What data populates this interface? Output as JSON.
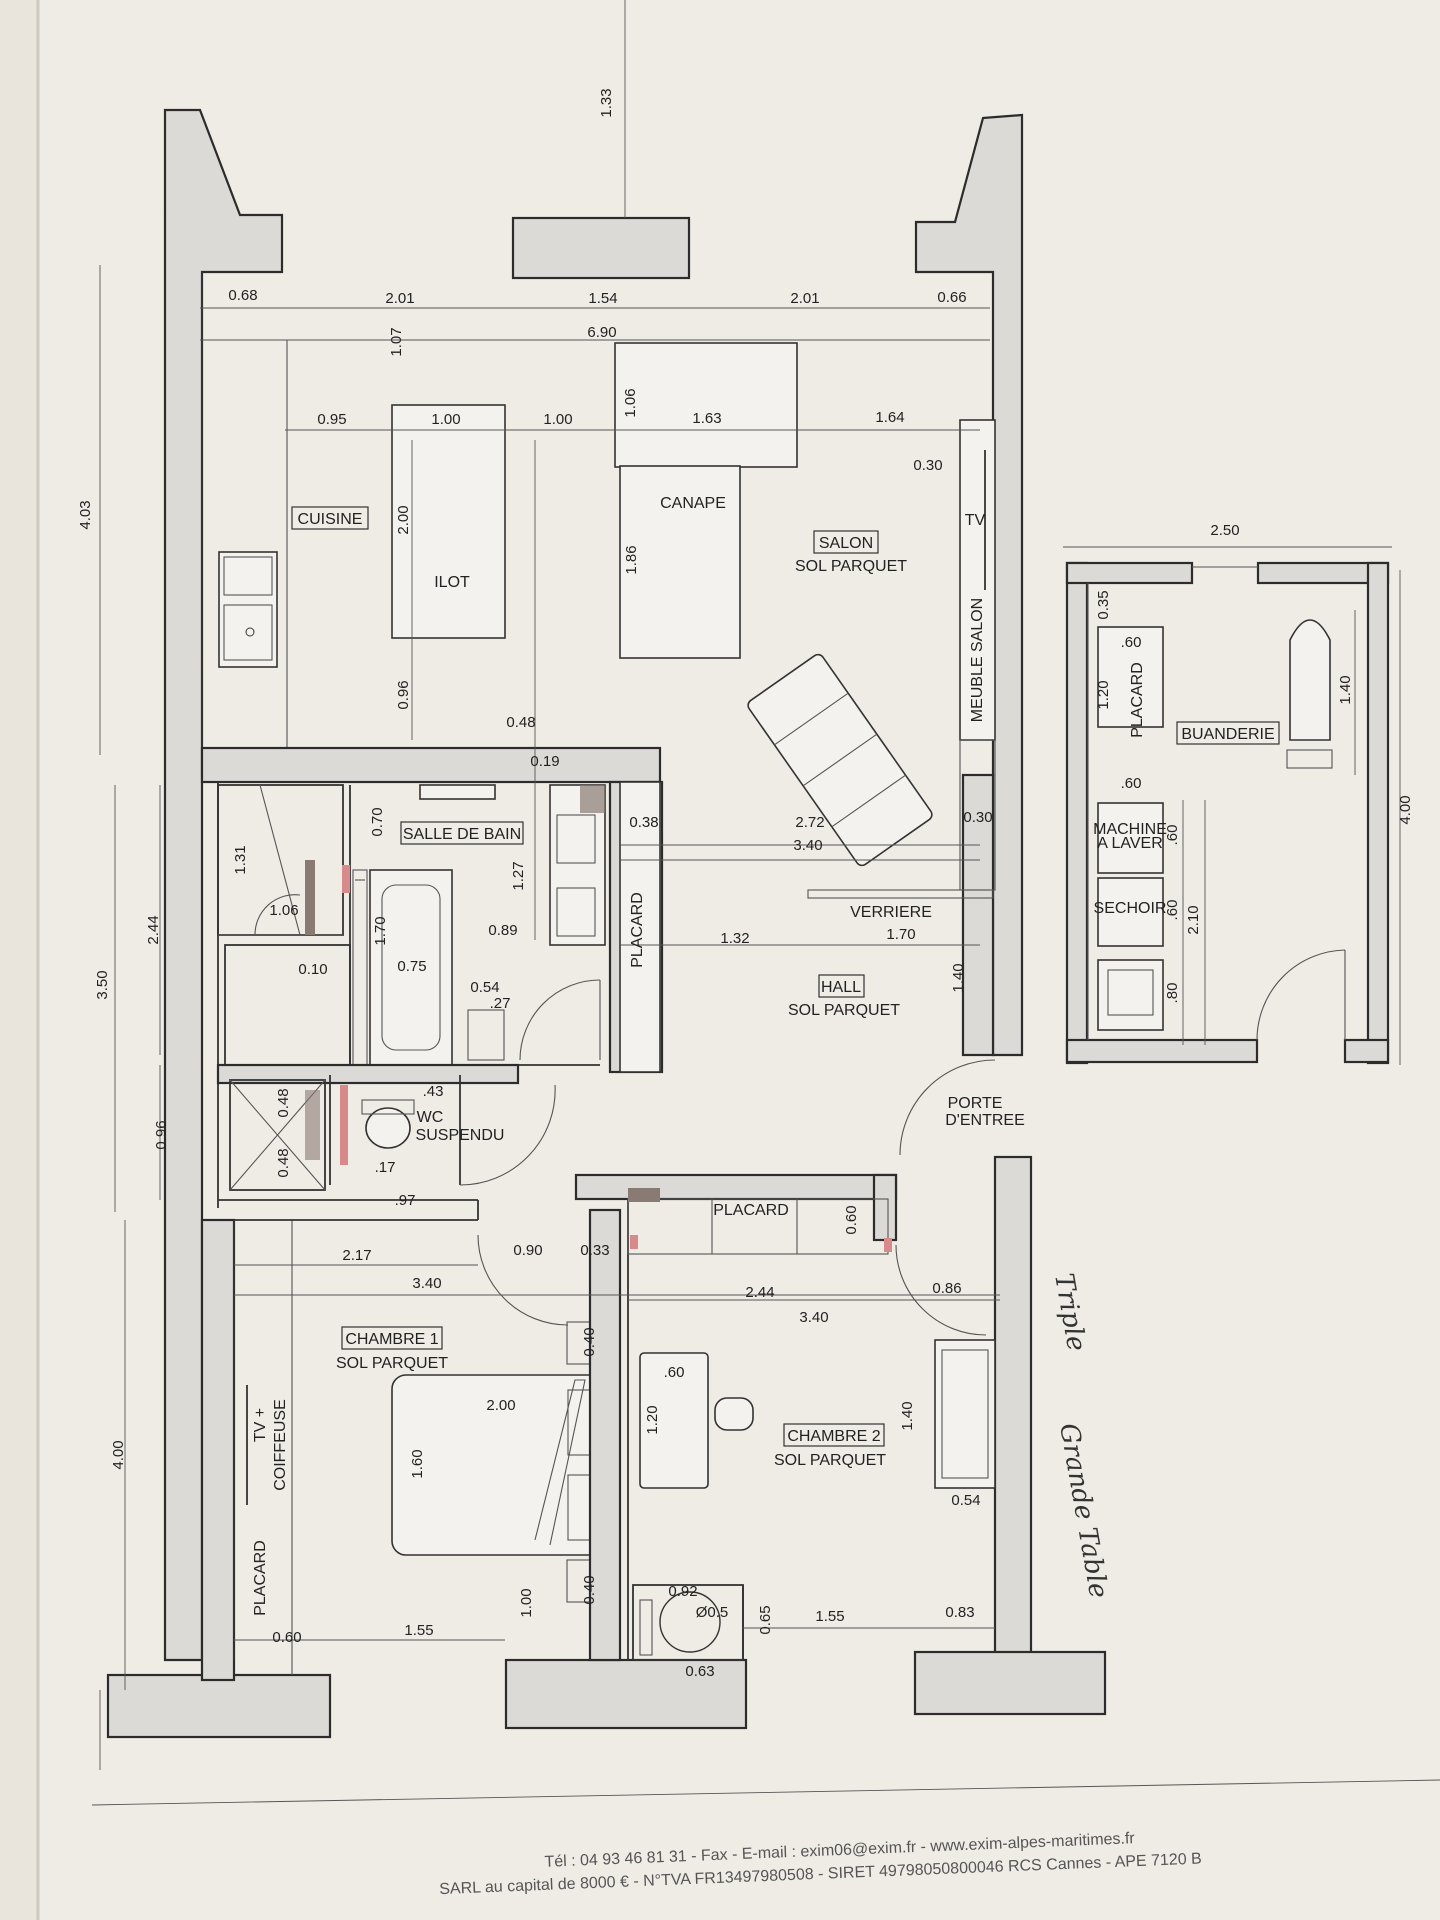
{
  "rooms": {
    "cuisine": "CUISINE",
    "ilot": "ILOT",
    "canape": "CANAPE",
    "salon": "SALON",
    "salon_floor": "SOL PARQUET",
    "tv": "TV",
    "meuble_salon": "MEUBLE SALON",
    "buanderie": "BUANDERIE",
    "placard": "PLACARD",
    "machine_line1": "MACHINE",
    "machine_line2": "A LAVER",
    "sechoir": "SECHOIR",
    "salle_de_bain": "SALLE DE BAIN",
    "verriere": "VERRIERE",
    "hall": "HALL",
    "hall_floor": "SOL PARQUET",
    "porte_line1": "PORTE",
    "porte_line2": "D'ENTREE",
    "wc_line1": "WC",
    "wc_line2": "SUSPENDU",
    "chambre1": "CHAMBRE 1",
    "chambre1_floor": "SOL PARQUET",
    "chambre2": "CHAMBRE 2",
    "chambre2_floor": "SOL PARQUET",
    "tv_coiffeuse_line1": "TV +",
    "tv_coiffeuse_line2": "COIFFEUSE"
  },
  "dims": {
    "d133": "1.33",
    "d068": "0.68",
    "d201a": "2.01",
    "d154": "1.54",
    "d201b": "2.01",
    "d066": "0.66",
    "d690": "6.90",
    "d107": "1.07",
    "d095": "0.95",
    "d100a": "1.00",
    "d100b": "1.00",
    "d106": "1.06",
    "d163": "1.63",
    "d164": "1.64",
    "d030a": "0.30",
    "d200a": "2.00",
    "d186": "1.86",
    "d403": "4.03",
    "d096a": "0.96",
    "d048": "0.48",
    "d019": "0.19",
    "d070": "0.70",
    "d038": "0.38",
    "d272": "2.72",
    "d030b": "0.30",
    "d340a": "3.40",
    "d127": "1.27",
    "d131": "1.31",
    "d106b": "1.06",
    "d244a": "2.44",
    "d350": "3.50",
    "d132": "1.32",
    "d170a": "1.70",
    "d170b": "1.70",
    "d010": "0.10",
    "d075": "0.75",
    "d089": "0.89",
    "d054a": "0.54",
    "d027": ".27",
    "d140a": "1.40",
    "d043": ".43",
    "d048b": "0.48",
    "d048c": "0.48",
    "d017": ".17",
    "d096b": "0.96",
    "d097": ".97",
    "d250": "2.50",
    "d035": "0.35",
    "d060a": ".60",
    "d120a": "1.20",
    "d140b": "1.40",
    "d400a": "4.00",
    "d060b": ".60",
    "d060c": ".60",
    "d060d": ".60",
    "d210": "2.10",
    "d080": ".80",
    "d217": "2.17",
    "d090": "0.90",
    "d033": "0.33",
    "d060e": "0.60",
    "d340b": "3.40",
    "d244b": "2.44",
    "d086": "0.86",
    "d340c": "3.40",
    "d040a": "0.40",
    "d200b": "2.00",
    "d160": "1.60",
    "d060f": ".60",
    "d120b": "1.20",
    "d140c": "1.40",
    "d054b": "0.54",
    "d400b": "4.00",
    "d092": "0.92",
    "d040b": "0.40",
    "d050": "Ø0.5",
    "d065": "0.65",
    "d155a": "1.55",
    "d083": "0.83",
    "d100c": "1.00",
    "d060g": "0.60",
    "d155b": "1.55",
    "d063": "0.63"
  },
  "footer": {
    "line1": "Tél : 04 93 46 81 31  - Fax  - E-mail : exim06@exim.fr - www.exim-alpes-maritimes.fr",
    "line2": "SARL  au capital de 8000 € - N°TVA FR13497980508  - SIRET 49798050800046 RCS Cannes  - APE 7120 B"
  },
  "annotations": {
    "handwritten1": "Triple",
    "handwritten2": "Grande Table"
  }
}
